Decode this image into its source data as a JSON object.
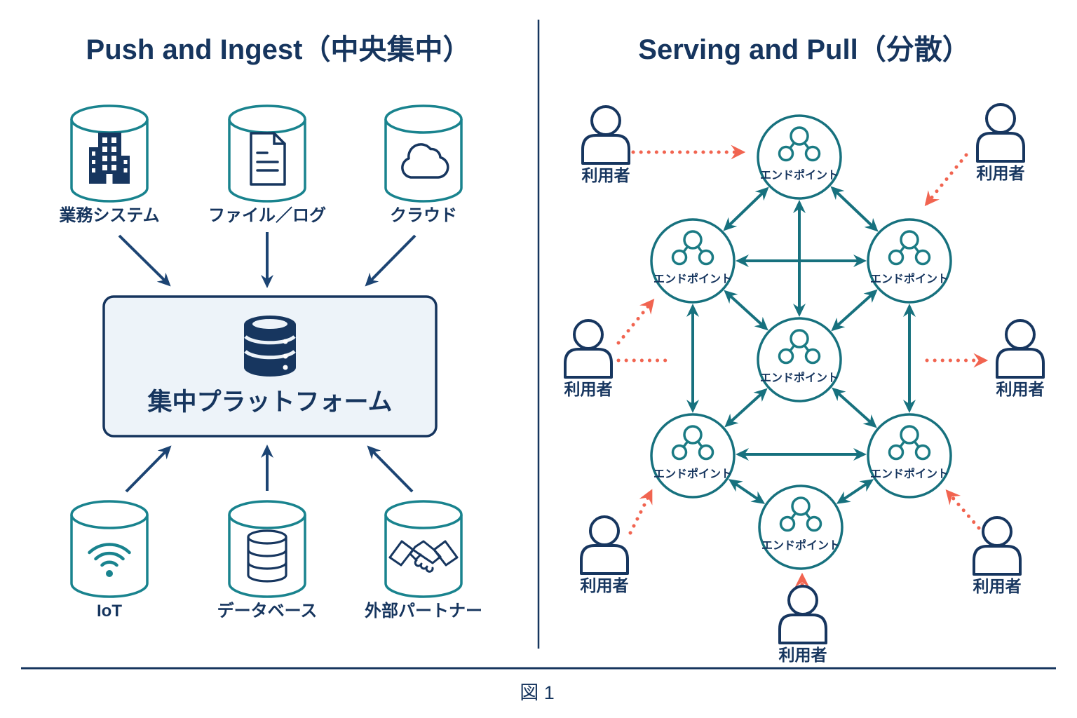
{
  "colors": {
    "navy": "#16355e",
    "navy_arrow": "#1c4473",
    "teal": "#17717e",
    "teal_cylinder": "#19838e",
    "orange": "#f16450",
    "platform_box_fill": "#edf3f9",
    "background": "#ffffff"
  },
  "left_panel": {
    "title": "Push and Ingest（中央集中）",
    "top_sources": [
      {
        "label": "業務システム",
        "icon": "building-icon"
      },
      {
        "label": "ファイル／ログ",
        "icon": "document-icon"
      },
      {
        "label": "クラウド",
        "icon": "cloud-icon"
      }
    ],
    "platform": {
      "label": "集中プラットフォーム",
      "icon": "database-icon"
    },
    "bottom_sources": [
      {
        "label": "IoT",
        "icon": "wifi-icon"
      },
      {
        "label": "データベース",
        "icon": "database-stack-icon"
      },
      {
        "label": "外部パートナー",
        "icon": "handshake-icon"
      }
    ]
  },
  "right_panel": {
    "title": "Serving and Pull（分散）",
    "endpoint_label": "エンドポイント",
    "endpoint_icon": "network-node-icon",
    "endpoint_count": 7,
    "user_label": "利用者",
    "user_icon": "person-icon",
    "user_count": 7
  },
  "caption": {
    "text": "図 1"
  }
}
